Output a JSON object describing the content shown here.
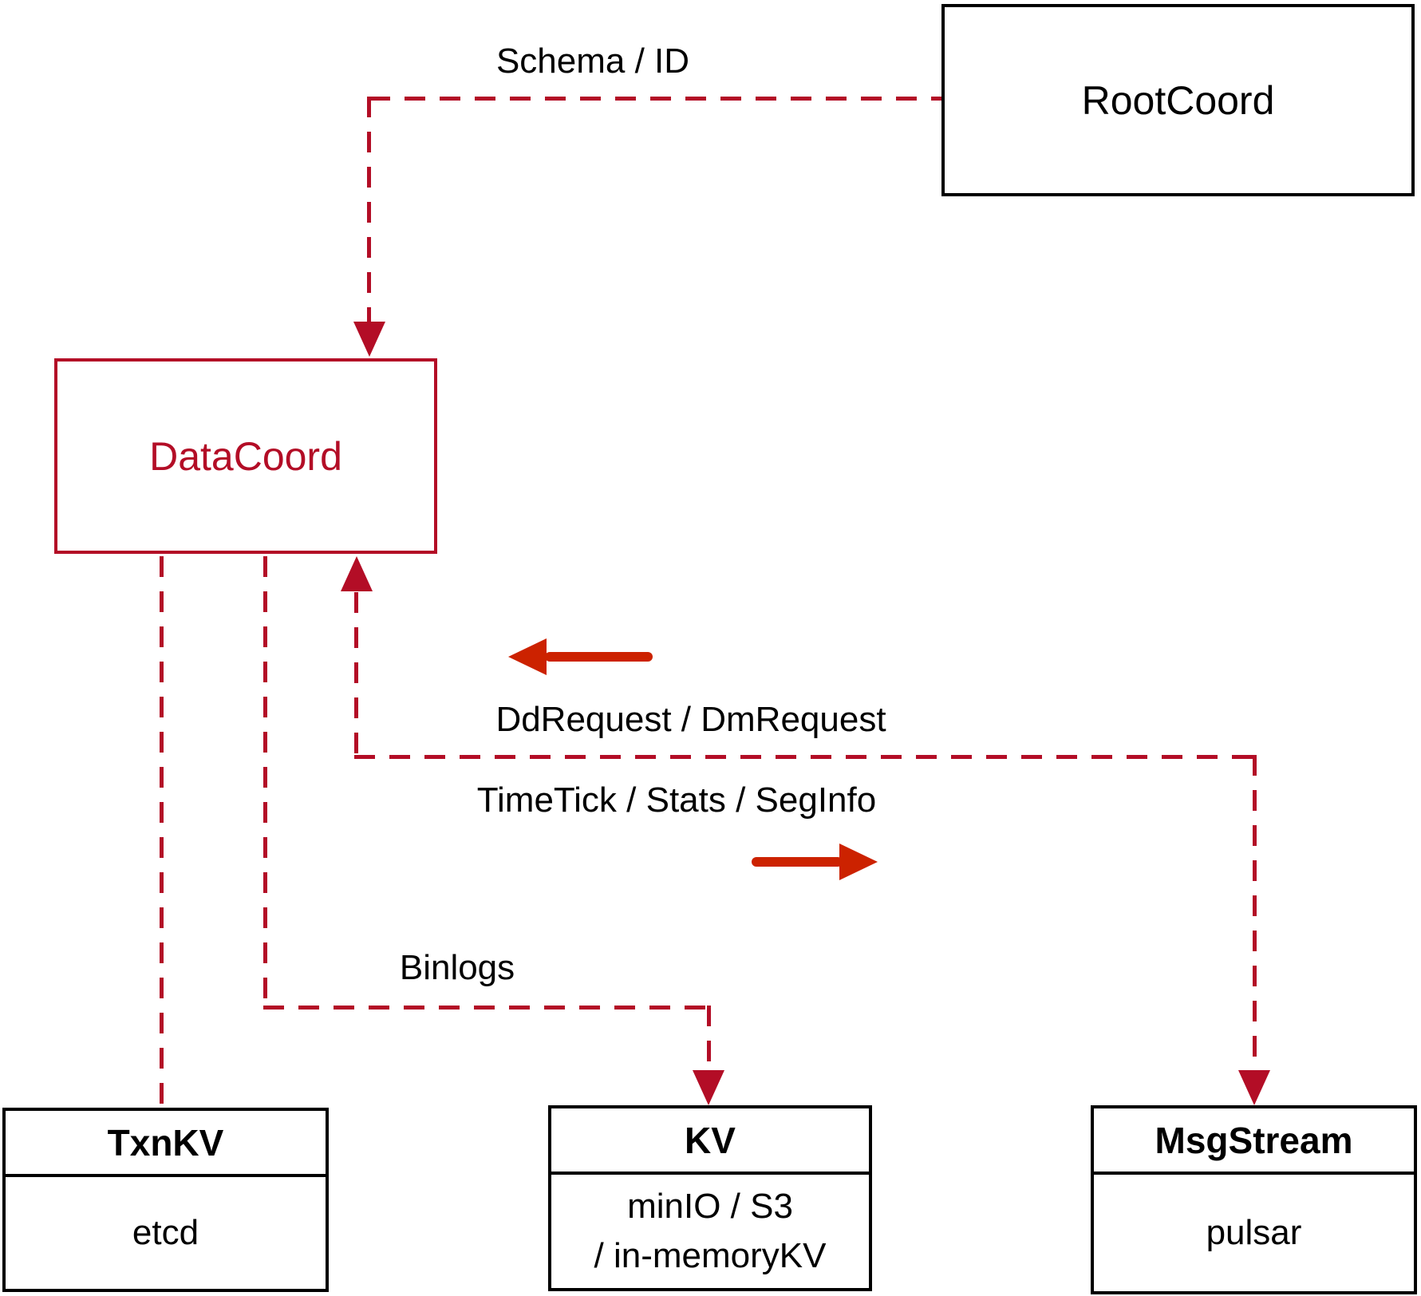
{
  "colors": {
    "line_red": "#b30d26",
    "solid_arrow_red": "#cc2200",
    "box_border": "#000000",
    "text": "#000000",
    "background": "#ffffff"
  },
  "nodes": {
    "rootcoord": {
      "label": "RootCoord"
    },
    "datacoord": {
      "label": "DataCoord"
    },
    "txnkv": {
      "title": "TxnKV",
      "body": "etcd"
    },
    "kv": {
      "title": "KV",
      "body_line1": "minIO / S3",
      "body_line2": "/ in-memoryKV"
    },
    "msgstream": {
      "title": "MsgStream",
      "body": "pulsar"
    }
  },
  "edges": {
    "schema_id": {
      "label": "Schema / ID",
      "from": "RootCoord",
      "to": "DataCoord",
      "style": "dashed-arrow"
    },
    "ddrequest": {
      "label": "DdRequest / DmRequest",
      "direction": "left-toward-DataCoord"
    },
    "timetick": {
      "label": "TimeTick / Stats / SegInfo",
      "direction": "right-toward-MsgStream"
    },
    "binlogs": {
      "label": "Binlogs",
      "from": "DataCoord",
      "to": "KV",
      "style": "dashed-arrow"
    },
    "datacoord_txnkv": {
      "from": "DataCoord",
      "to": "TxnKV",
      "style": "dashed"
    },
    "datacoord_msgstream": {
      "from": "DataCoord",
      "to": "MsgStream",
      "style": "dashed-arrow"
    }
  }
}
